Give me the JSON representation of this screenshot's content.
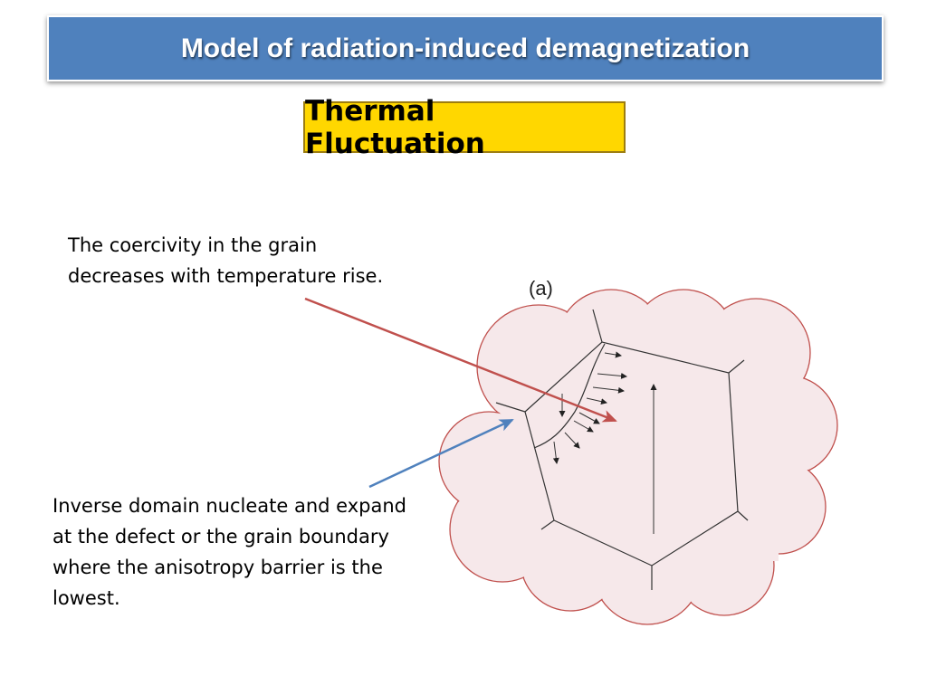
{
  "slide": {
    "title": "Model of radiation-induced demagnetization",
    "subtitle": "Thermal Fluctuation"
  },
  "annotations": {
    "top_note": {
      "lines": [
        "The coercivity in the grain",
        "decreases with temperature rise."
      ]
    },
    "bottom_note": {
      "lines": [
        "Inverse domain nucleate and expand",
        "at the defect  or the grain boundary",
        "where the anisotropy barrier is the",
        "lowest."
      ]
    }
  },
  "diagram": {
    "panel_label": "(a)"
  },
  "colors": {
    "title_bar": "#4f81bd",
    "subtitle_fill": "#ffd700",
    "subtitle_border": "#9c7d10",
    "cloud_fill": "#f6e8ea",
    "cloud_stroke": "#c0504d",
    "pointer_red": "#c0504d",
    "pointer_blue": "#4f81bd"
  }
}
